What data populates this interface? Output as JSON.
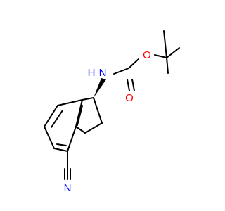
{
  "molecule": {
    "atoms": {
      "nitrogen_amine": {
        "text": "N",
        "color": "#0000ff"
      },
      "hydrogen_amine": {
        "text": "H",
        "color": "#0000ff"
      },
      "oxygen_ether": {
        "text": "O",
        "color": "#ff0000"
      },
      "oxygen_carbonyl": {
        "text": "O",
        "color": "#ff0000"
      },
      "nitrogen_nitrile": {
        "text": "N",
        "color": "#0000ff"
      }
    },
    "bond_color": "#000000",
    "background": "#ffffff"
  }
}
